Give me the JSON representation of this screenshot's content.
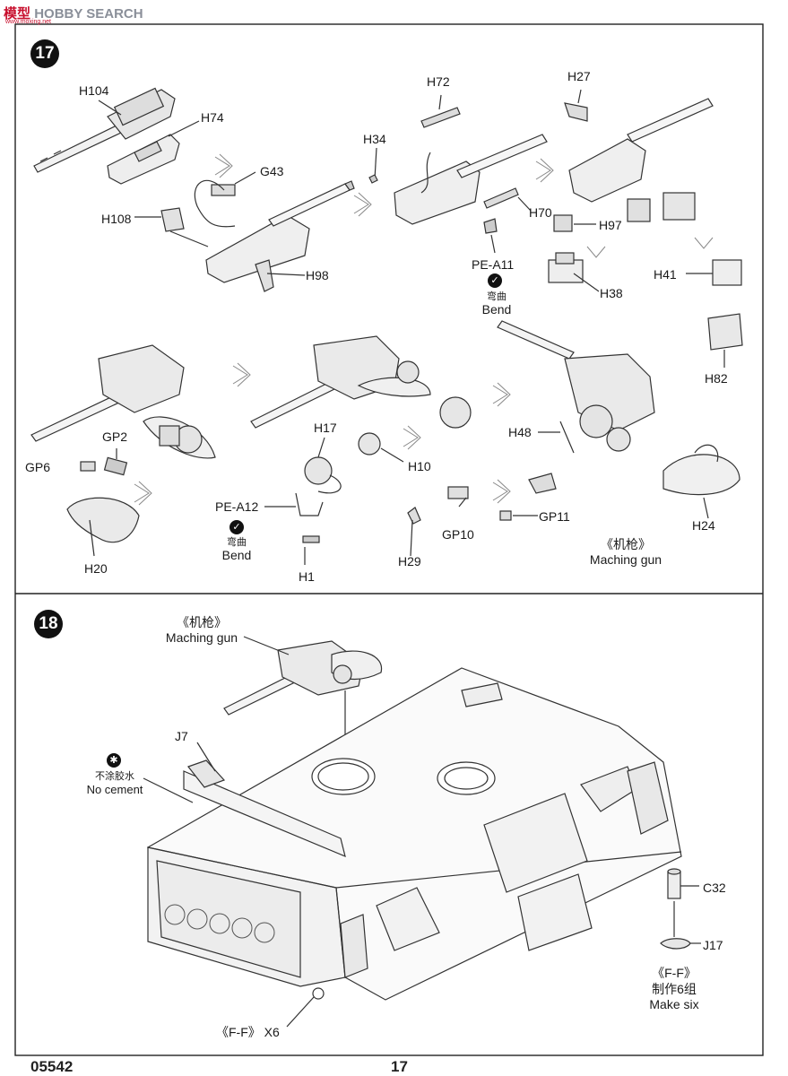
{
  "header": {
    "logo_cn": "模型",
    "logo_en": "HOBBY SEARCH",
    "logo_url": "www.moxing.net"
  },
  "steps": {
    "s17": "17",
    "s18": "18"
  },
  "icons": {
    "bend": "checkmark-circle-icon",
    "no_cement": "asterisk-circle-icon"
  },
  "parts17": {
    "H104": "H104",
    "H74": "H74",
    "G43": "G43",
    "H108": "H108",
    "H98": "H98",
    "H72": "H72",
    "H34": "H34",
    "H70": "H70",
    "PEA11": "PE-A11",
    "bend_cn1": "弯曲",
    "bend_en1": "Bend",
    "H27": "H27",
    "H97": "H97",
    "H38": "H38",
    "H41": "H41",
    "H82": "H82",
    "GP2": "GP2",
    "GP6": "GP6",
    "H20": "H20",
    "H17": "H17",
    "H10": "H10",
    "PEA12": "PE-A12",
    "bend_cn2": "弯曲",
    "bend_en2": "Bend",
    "H1": "H1",
    "H48": "H48",
    "GP10": "GP10",
    "GP11": "GP11",
    "H29": "H29",
    "H24": "H24",
    "mg_cn": "《机枪》",
    "mg_en": "Maching gun"
  },
  "parts18": {
    "mg_cn": "《机枪》",
    "mg_en": "Maching gun",
    "J7": "J7",
    "nocement_cn": "不涂胶水",
    "nocement_en": "No cement",
    "C32": "C32",
    "J17": "J17",
    "ff_label": "《F-F》",
    "make_cn": "制作6组",
    "make_en": "Make six",
    "ff_x6": "《F-F》 X6"
  },
  "footer": {
    "code": "05542",
    "page": "17"
  }
}
